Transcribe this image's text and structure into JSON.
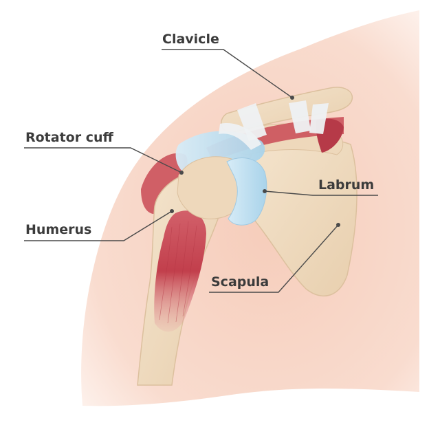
{
  "labels": {
    "clavicle": "Clavicle",
    "rotator_cuff": "Rotator cuff",
    "labrum": "Labrum",
    "humerus": "Humerus",
    "scapula": "Scapula"
  },
  "colors": {
    "skin": "#f7d2c2",
    "skin_light": "#fbe6dc",
    "bone": "#f0dcc1",
    "bone_shadow": "#e6c9a6",
    "muscle": "#c94a55",
    "muscle_dark": "#a8313e",
    "cartilage": "#b9dcef",
    "ligament": "#eef1f3",
    "leader_line": "#4a4a4a",
    "label_text": "#3b3b3b"
  }
}
